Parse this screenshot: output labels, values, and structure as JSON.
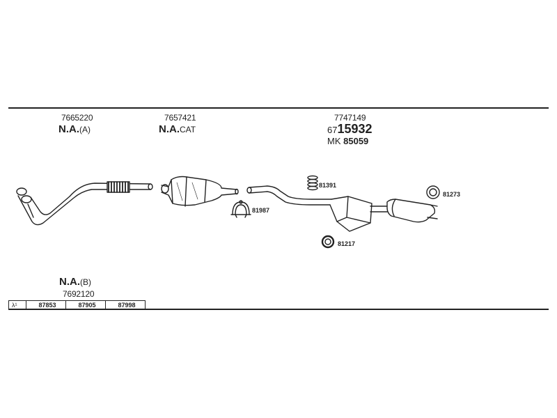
{
  "diagram": {
    "parts": [
      {
        "id": "front-pipe",
        "part_number": "7665220",
        "label_main": "N.A.",
        "label_suffix": "(A)"
      },
      {
        "id": "catalyst",
        "part_number": "7657421",
        "label_main": "N.A.",
        "label_suffix": "CAT"
      },
      {
        "id": "rear-section",
        "part_number": "7747149",
        "label_prefix": "67",
        "label_big": "15932",
        "kit_prefix": "MK",
        "kit_number": "85059"
      }
    ],
    "callouts": [
      {
        "id": "hanger-spring",
        "number": "81391"
      },
      {
        "id": "clamp",
        "number": "81987"
      },
      {
        "id": "rubber-ring",
        "number": "81273"
      },
      {
        "id": "gasket-ring",
        "number": "81217"
      }
    ],
    "alt_part": {
      "label_main": "N.A.",
      "label_suffix": "(B)",
      "part_number": "7692120"
    },
    "lambda_table": {
      "symbol": "λ¹",
      "cells": [
        "87853",
        "87905",
        "87998"
      ]
    }
  }
}
